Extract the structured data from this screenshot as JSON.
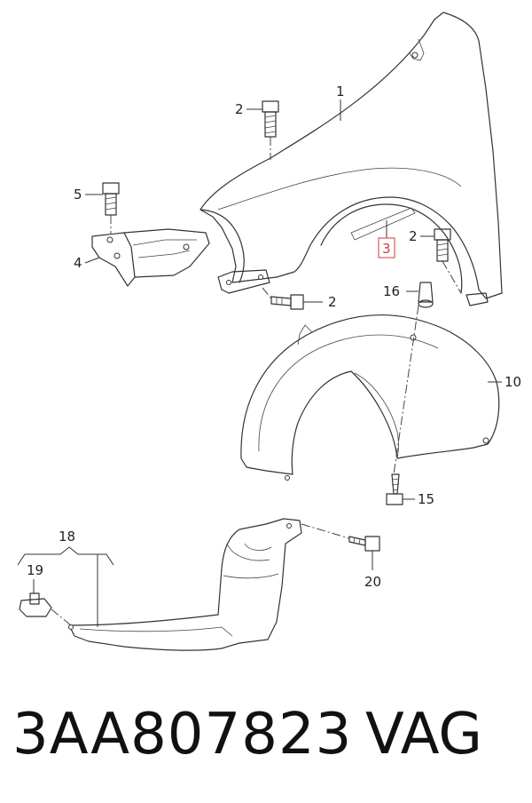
{
  "callouts": {
    "c1": "1",
    "c2a": "2",
    "c2b": "2",
    "c2c": "2",
    "c3": "3",
    "c4": "4",
    "c5": "5",
    "c10": "10",
    "c15": "15",
    "c16": "16",
    "c18": "18",
    "c19": "19",
    "c20": "20"
  },
  "footer": {
    "part_number": "3AA807823",
    "brand": "VAG"
  },
  "colors": {
    "highlight": "#e05561",
    "line": "#333333"
  }
}
